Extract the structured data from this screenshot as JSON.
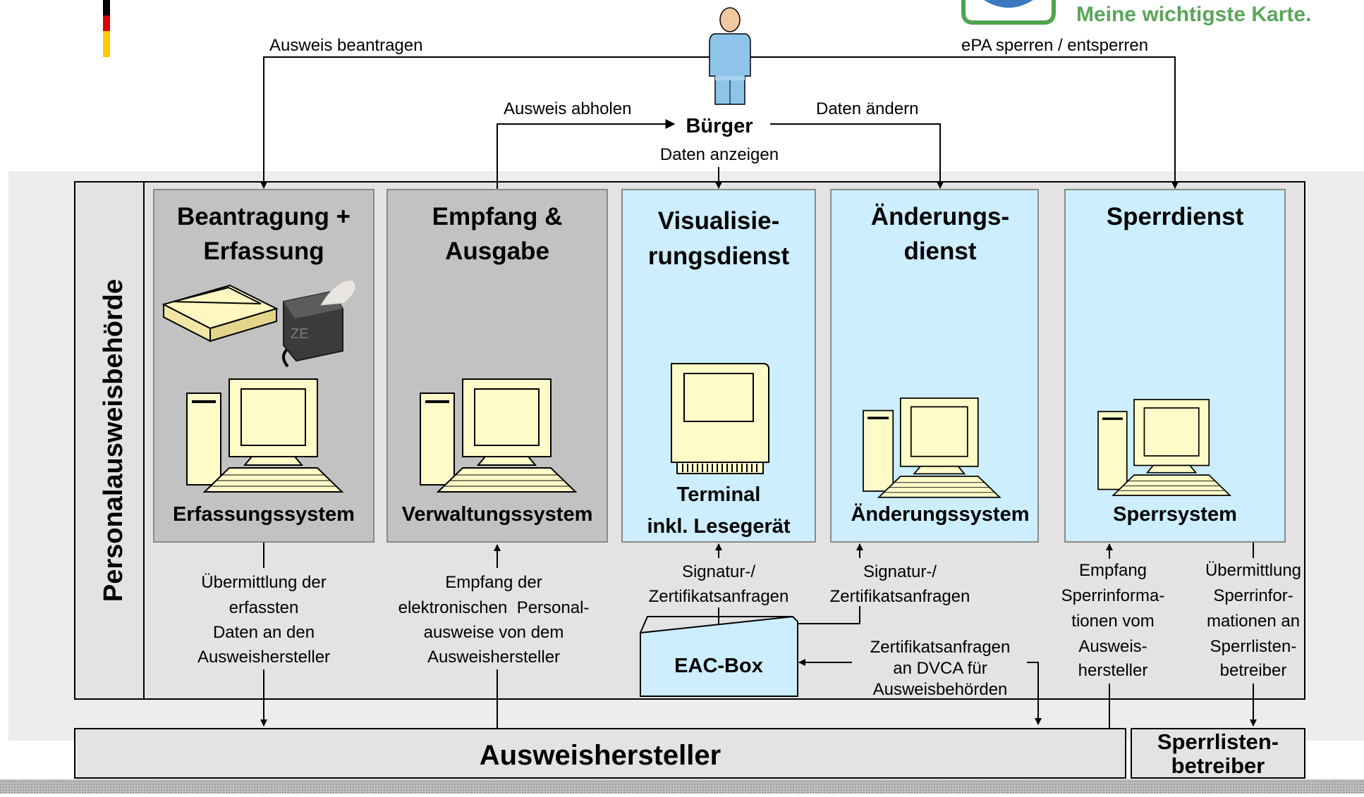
{
  "logo": {
    "slogan": "Meine wichtigste Karte.",
    "colors": {
      "black": "#000000",
      "red": "#dd0000",
      "gold": "#ffcc00",
      "green": "#4ea54e",
      "blue": "#3a7bbf"
    }
  },
  "citizen": {
    "label": "Bürger",
    "sublabel": "Daten anzeigen",
    "icon": "person-icon"
  },
  "flows": {
    "apply": "Ausweis beantragen",
    "block": "ePA sperren / entsperren",
    "pickup": "Ausweis abholen",
    "change": "Daten ändern"
  },
  "authority": {
    "label": "Personalausweisbehörde"
  },
  "columns": [
    {
      "title": [
        "Beantragung +",
        "Erfassung"
      ],
      "system": [
        "Erfassungssystem"
      ],
      "style": "gray",
      "icon": "computer-icon",
      "note": [
        "Übermittlung der",
        "erfassten",
        "Daten an den",
        "Ausweishersteller"
      ]
    },
    {
      "title": [
        "Empfang &",
        "Ausgabe"
      ],
      "system": [
        "Verwaltungssystem"
      ],
      "style": "gray",
      "icon": "computer-icon",
      "note": [
        "Empfang der",
        "elektronischen  Personal-",
        "ausweise von dem",
        "Ausweishersteller"
      ]
    },
    {
      "title": [
        "Visualisie-",
        "rungsdienst"
      ],
      "system": [
        "Terminal",
        "inkl. Lesegerät"
      ],
      "style": "blue",
      "icon": "terminal-icon",
      "note": [
        "Signatur-/",
        "Zertifikatsanfragen"
      ]
    },
    {
      "title": [
        "Änderungs-",
        "dienst"
      ],
      "system": [
        "Änderungssystem"
      ],
      "style": "blue",
      "icon": "computer-icon",
      "note": [
        "Signatur-/",
        "Zertifikatsanfragen"
      ]
    },
    {
      "title": [
        "Sperrdienst"
      ],
      "system": [
        "Sperrsystem"
      ],
      "style": "blue",
      "icon": "computer-icon",
      "notes": [
        [
          "Empfang",
          "Sperrinforma-",
          "tionen vom",
          "Ausweis-",
          "hersteller"
        ],
        [
          "Übermittlung",
          "Sperrinfor-",
          "mationen an",
          "Sperrlisten-",
          "betreiber"
        ]
      ]
    }
  ],
  "eac": {
    "label": "EAC-Box",
    "note": [
      "Zertifikatsanfragen",
      "an DVCA für",
      "Ausweisbehörden"
    ]
  },
  "manufacturer": {
    "label": "Ausweishersteller"
  },
  "blocklist_operator": {
    "label": [
      "Sperrlisten-",
      "betreiber"
    ]
  },
  "colors": {
    "gray_box": "#c2c2c2",
    "blue_box": "#cceeff",
    "panel": "#e3e3e3",
    "band": "#ededed",
    "screen": "#fffbc8",
    "line": "#000000"
  }
}
